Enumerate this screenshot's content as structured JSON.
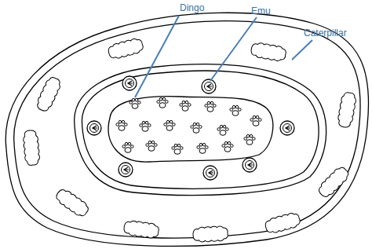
{
  "diagram": {
    "labels": [
      "Dingo",
      "Emu",
      "Caterpillar"
    ]
  }
}
